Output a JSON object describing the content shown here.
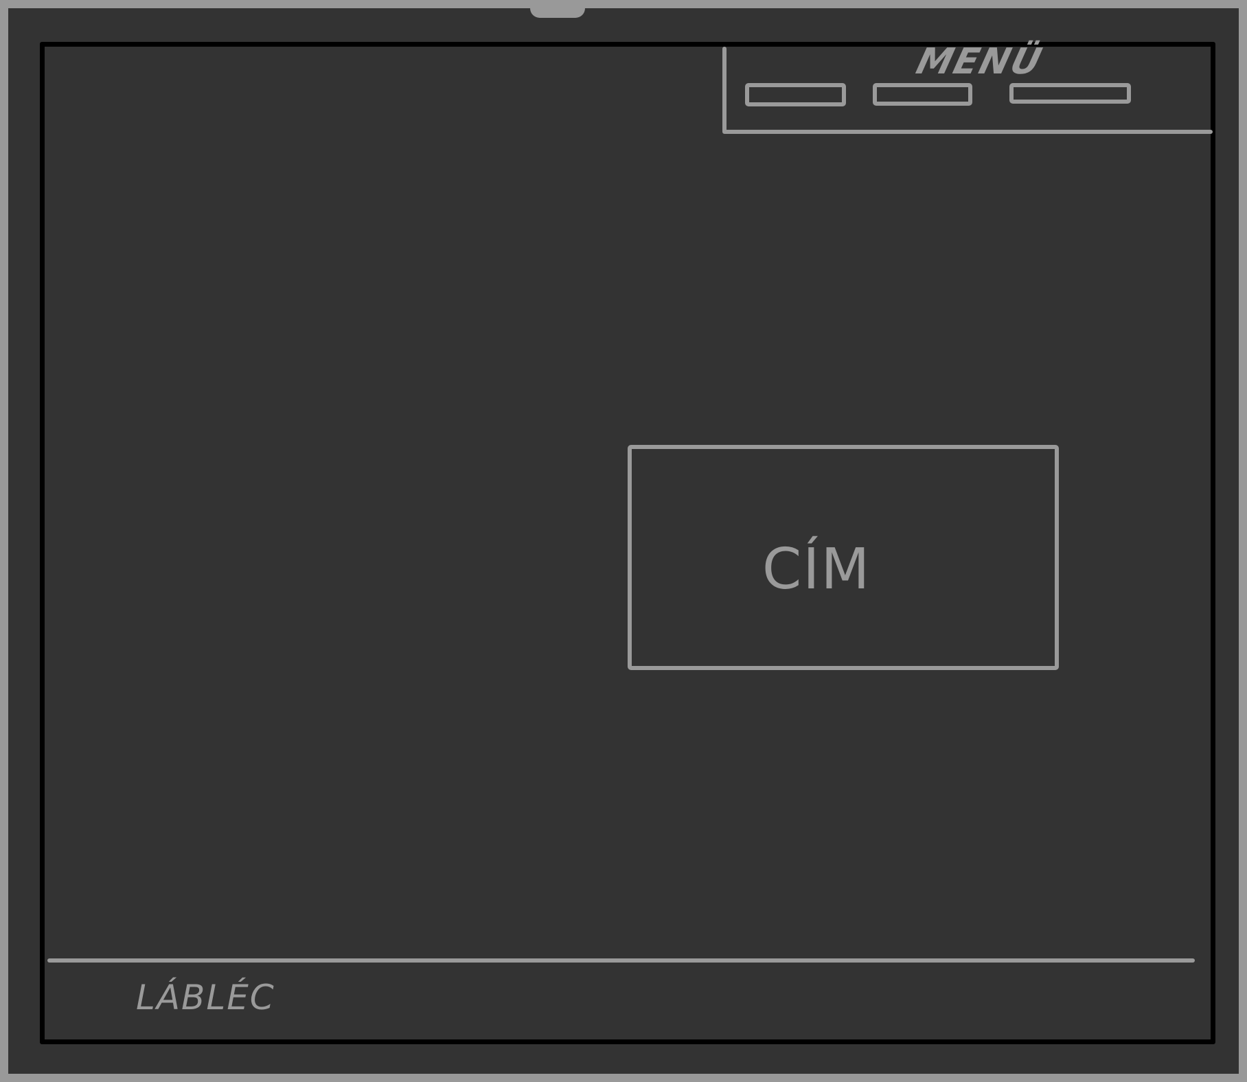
{
  "wireframe": {
    "menu": {
      "label": "MENÜ",
      "items": [
        "",
        "",
        ""
      ]
    },
    "title_box": {
      "label": "CÍM"
    },
    "header": {
      "label": "LÁBLÉC"
    },
    "colors": {
      "background": "#333333",
      "stroke": "#9a9a9a",
      "frame": "#000000",
      "outer_border": "#999999"
    }
  }
}
